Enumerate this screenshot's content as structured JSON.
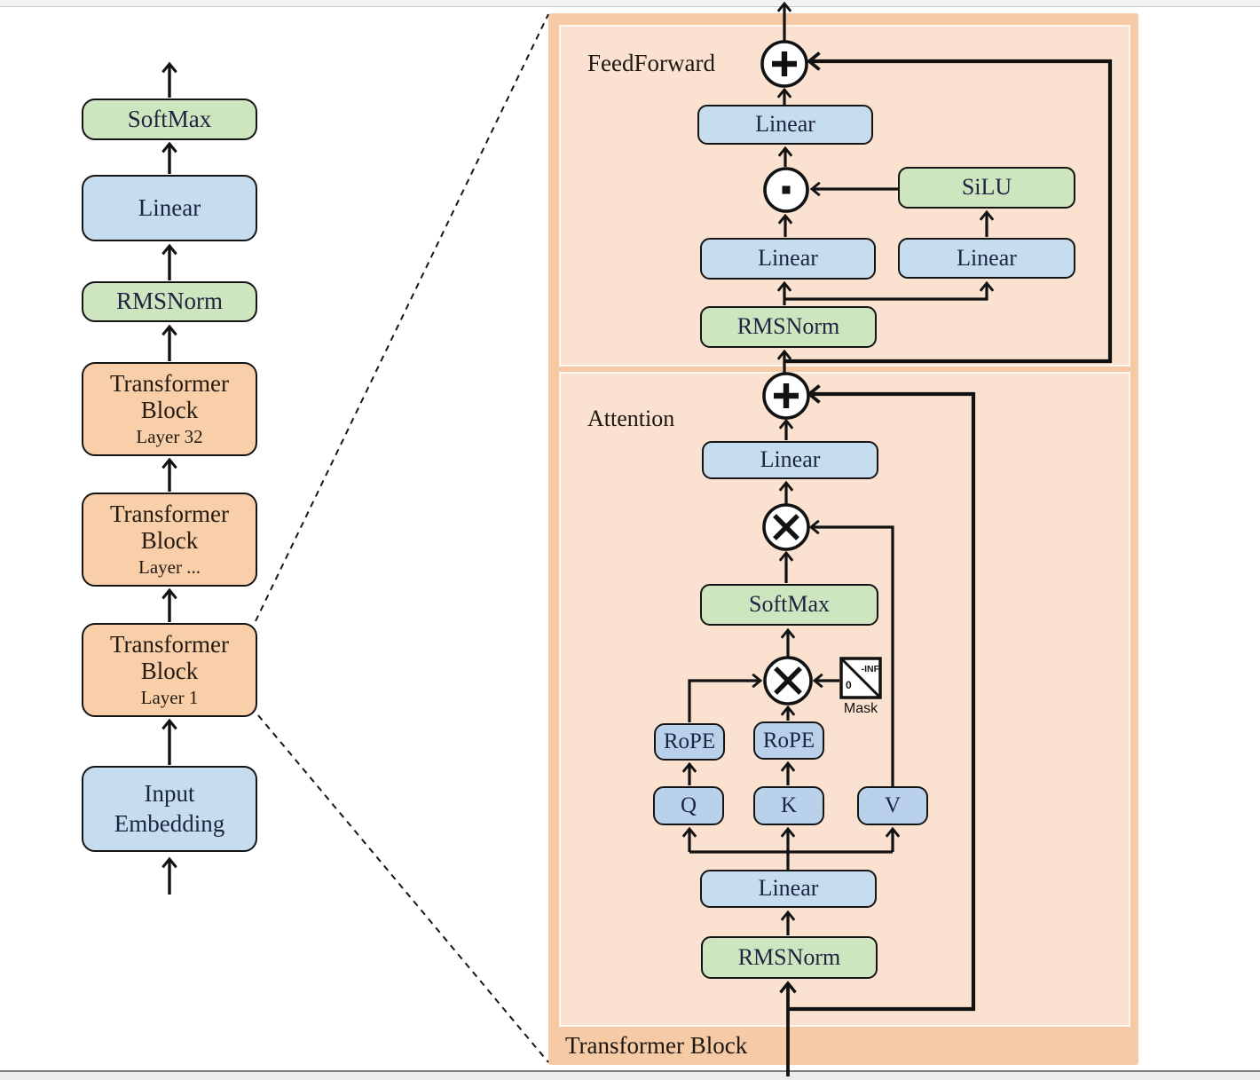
{
  "figure": {
    "title": "Transformer Block",
    "type": "architecture-diagram"
  },
  "colors": {
    "green": "#cde6c0",
    "blue": "#c6dcef",
    "blue2": "#b9d1ea",
    "orange": "#f8cfa9",
    "panel_outer": "#f5caa4",
    "panel_inner": "#fbe2d0",
    "line": "#121212"
  },
  "left": {
    "softmax": "SoftMax",
    "linear": "Linear",
    "rmsnorm": "RMSNorm",
    "tb_line1": "Transformer",
    "tb_line2": "Block",
    "tb32_layer": "Layer 32",
    "tbdots_layer": "Layer ...",
    "tb1_layer": "Layer 1",
    "input_line1": "Input",
    "input_line2": "Embedding"
  },
  "right": {
    "panel_label": "Transformer Block",
    "ff_label": "FeedForward",
    "attn_label": "Attention",
    "ff_linear_out": "Linear",
    "silu": "SiLU",
    "ff_linear_gate": "Linear",
    "ff_linear_up": "Linear",
    "ff_rmsnorm": "RMSNorm",
    "attn_linear_out": "Linear",
    "softmax": "SoftMax",
    "rope_q": "RoPE",
    "rope_k": "RoPE",
    "q": "Q",
    "k": "K",
    "v": "V",
    "attn_linear_in": "Linear",
    "attn_rmsnorm": "RMSNorm",
    "mask_label": "Mask",
    "mask_inf": "-INF",
    "mask_zero": "0"
  }
}
